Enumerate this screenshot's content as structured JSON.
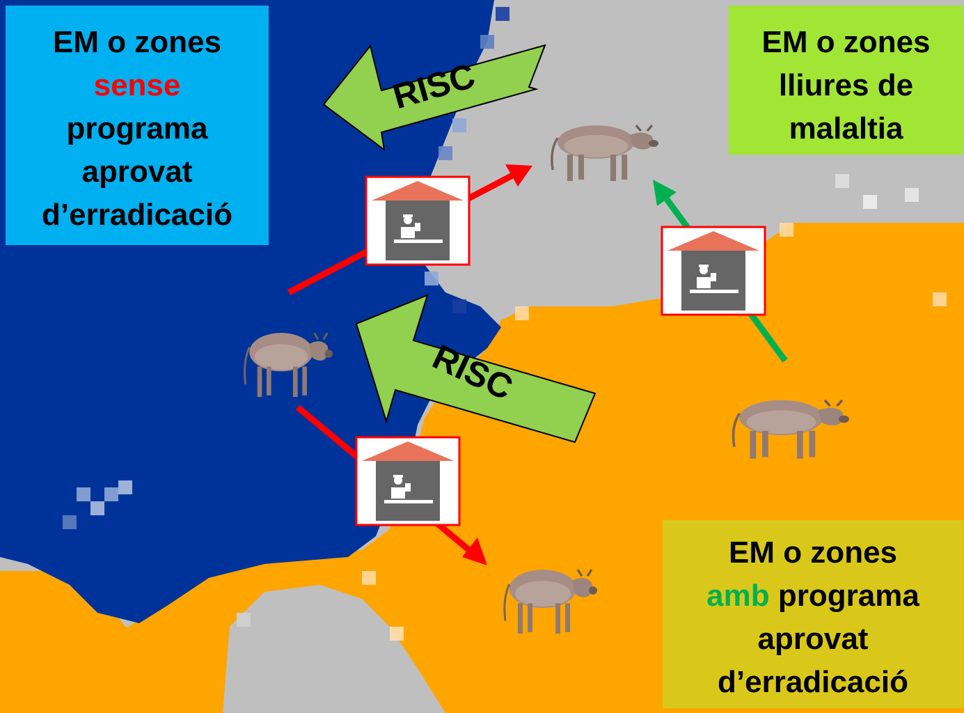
{
  "boxes": {
    "without_program": {
      "line1": "EM o zones",
      "highlight": "sense",
      "line3": "programa",
      "line4": "aprovat",
      "line5": "d’erradicació"
    },
    "disease_free": {
      "line1": "EM o zones",
      "line2": "lliures de",
      "line3": "malaltia"
    },
    "with_program": {
      "line1": "EM o zones",
      "highlight": "amb",
      "line2_rest": " programa",
      "line3": "aprovat",
      "line4": "d’erradicació"
    }
  },
  "arrows": {
    "risk_top": "RISC",
    "risk_bottom": "RISC"
  },
  "colors": {
    "sea": "#00339a",
    "free_zone": "#bfbfbf",
    "program_zone": "#ffa500",
    "box_without": "#00b0f0",
    "box_free": "#a1e635",
    "box_with": "#d9c81a",
    "highlight_red": "#ff0000",
    "highlight_green": "#00b050",
    "risk_arrow": "#92d050",
    "red_arrow": "#ff0000",
    "green_arrow": "#00b050",
    "checkpoint_roof": "#e8735a",
    "checkpoint_body": "#666666"
  }
}
